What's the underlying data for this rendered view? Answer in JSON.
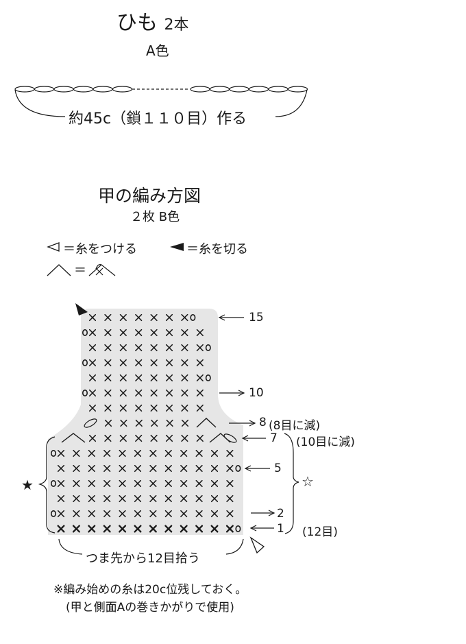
{
  "string_section": {
    "title": "ひも",
    "count": "2本",
    "color": "A色",
    "chain_note": "約45c（鎖１１０目）作る"
  },
  "upper_section": {
    "title": "甲の編み方図",
    "subtitle": "２枚 B色"
  },
  "legend": {
    "attach_yarn": "＝糸をつける",
    "cut_yarn": "＝糸を切る",
    "decrease_equals": "＝"
  },
  "chart": {
    "row_labels": {
      "r15": "15",
      "r10": "10",
      "r8": "8",
      "r8_note": "(8目に減)",
      "r7": "7",
      "r7_note": "(10目に減)",
      "r5": "5",
      "r2": "2",
      "r1": "1",
      "r1_note": "(12目)"
    },
    "star_filled": "★",
    "star_outline": "☆",
    "pickup_note": "つま先から12目拾う"
  },
  "notes": {
    "line1": "※編み始めの糸は20c位残しておく。",
    "line2": "(甲と側面Aの巻きかがりで使用)"
  }
}
